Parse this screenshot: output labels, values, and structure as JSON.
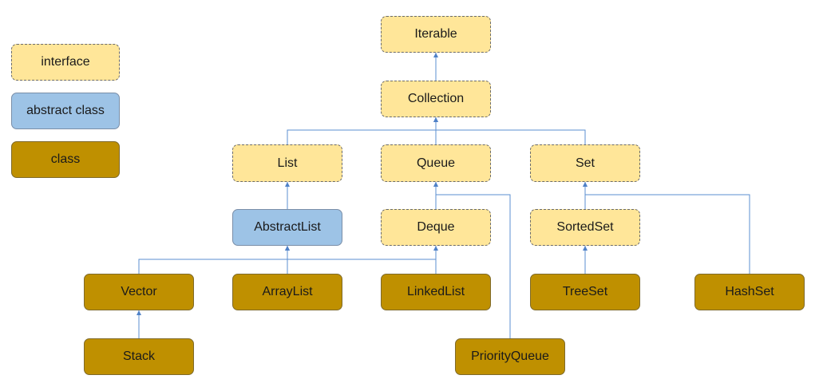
{
  "legend": {
    "interface": "interface",
    "abstract_class": "abstract class",
    "class": "class"
  },
  "colors": {
    "interface": "#ffe699",
    "abstract_class": "#9dc3e6",
    "class": "#bf9000",
    "edge": "#5b8fd0"
  },
  "nodes": {
    "iterable": "Iterable",
    "collection": "Collection",
    "list": "List",
    "queue": "Queue",
    "set": "Set",
    "abstractlist": "AbstractList",
    "deque": "Deque",
    "sortedset": "SortedSet",
    "vector": "Vector",
    "arraylist": "ArrayList",
    "linkedlist": "LinkedList",
    "treeset": "TreeSet",
    "hashset": "HashSet",
    "stack": "Stack",
    "priorityqueue": "PriorityQueue"
  },
  "edges": [
    {
      "from": "collection",
      "to": "iterable"
    },
    {
      "from": "list",
      "to": "collection"
    },
    {
      "from": "queue",
      "to": "collection"
    },
    {
      "from": "set",
      "to": "collection"
    },
    {
      "from": "abstractlist",
      "to": "list"
    },
    {
      "from": "deque",
      "to": "queue"
    },
    {
      "from": "priorityqueue",
      "to": "queue"
    },
    {
      "from": "sortedset",
      "to": "set"
    },
    {
      "from": "hashset",
      "to": "set"
    },
    {
      "from": "treeset",
      "to": "sortedset"
    },
    {
      "from": "vector",
      "to": "abstractlist"
    },
    {
      "from": "arraylist",
      "to": "abstractlist"
    },
    {
      "from": "linkedlist",
      "to": "abstractlist"
    },
    {
      "from": "linkedlist",
      "to": "deque"
    },
    {
      "from": "stack",
      "to": "vector"
    }
  ]
}
